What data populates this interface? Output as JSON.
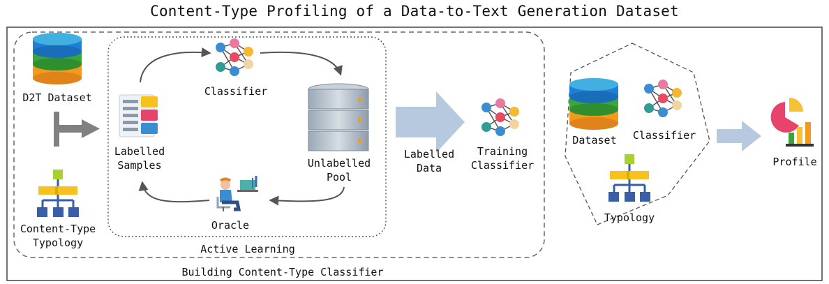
{
  "title": "Content-Type Profiling of a Data-to-Text Generation Dataset",
  "labels": {
    "d2t_dataset": "D2T Dataset",
    "content_type_typology_1": "Content-Type",
    "content_type_typology_2": "Typology",
    "labelled_samples_1": "Labelled",
    "labelled_samples_2": "Samples",
    "classifier": "Classifier",
    "unlabelled_pool_1": "Unlabelled",
    "unlabelled_pool_2": "Pool",
    "oracle": "Oracle",
    "active_learning": "Active Learning",
    "building_classifier": "Building Content-Type Classifier",
    "labelled_data_1": "Labelled",
    "labelled_data_2": "Data",
    "training_classifier_1": "Training",
    "training_classifier_2": "Classifier",
    "dataset": "Dataset",
    "classifier_2": "Classifier",
    "typology": "Typology",
    "profile": "Profile"
  },
  "colors": {
    "arrow_gray": "#808080",
    "arrow_blue": "#b7c9df",
    "db_blue": "#1f7fd6",
    "db_green": "#3aa63a",
    "db_orange": "#f39a1c",
    "tree_yellow": "#f7c21d",
    "tree_blue": "#3a5da8",
    "tree_green": "#a7d12f",
    "nn_blue": "#3a8dd0",
    "nn_red": "#e84a5f",
    "nn_orange": "#f7b733",
    "nn_teal": "#2f9c95",
    "server_gray": "#aeb9c4",
    "pie_pink": "#e8446b",
    "pie_yellow": "#f6c135"
  },
  "icons": [
    "database-icon",
    "tree-typology-icon",
    "document-samples-icon",
    "neural-net-icon",
    "server-pool-icon",
    "person-at-computer-icon",
    "pie-bar-chart-icon"
  ]
}
